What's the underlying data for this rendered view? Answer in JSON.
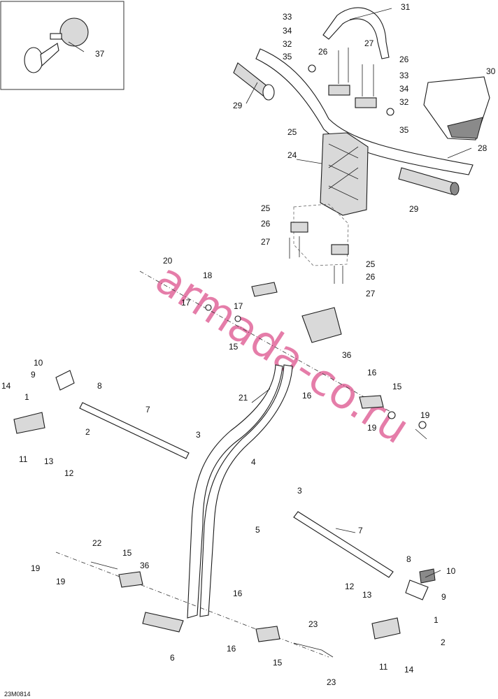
{
  "diagram": {
    "reference_code": "23M0814",
    "watermark": "armada-co.ru",
    "callouts": [
      {
        "id": "c37",
        "text": "37"
      },
      {
        "id": "c33a",
        "text": "33"
      },
      {
        "id": "c34a",
        "text": "34"
      },
      {
        "id": "c32a",
        "text": "32"
      },
      {
        "id": "c35a",
        "text": "35"
      },
      {
        "id": "c31",
        "text": "31"
      },
      {
        "id": "c26a",
        "text": "26"
      },
      {
        "id": "c27a",
        "text": "27"
      },
      {
        "id": "c26b",
        "text": "26"
      },
      {
        "id": "c33b",
        "text": "33"
      },
      {
        "id": "c34b",
        "text": "34"
      },
      {
        "id": "c32b",
        "text": "32"
      },
      {
        "id": "c35b",
        "text": "35"
      },
      {
        "id": "c30",
        "text": "30"
      },
      {
        "id": "c29a",
        "text": "29"
      },
      {
        "id": "c25a",
        "text": "25"
      },
      {
        "id": "c28",
        "text": "28"
      },
      {
        "id": "c24",
        "text": "24"
      },
      {
        "id": "c29b",
        "text": "29"
      },
      {
        "id": "c25b",
        "text": "25"
      },
      {
        "id": "c26c",
        "text": "26"
      },
      {
        "id": "c27b",
        "text": "27"
      },
      {
        "id": "c25c",
        "text": "25"
      },
      {
        "id": "c26d",
        "text": "26"
      },
      {
        "id": "c27c",
        "text": "27"
      },
      {
        "id": "c20",
        "text": "20"
      },
      {
        "id": "c18",
        "text": "18"
      },
      {
        "id": "c17a",
        "text": "17"
      },
      {
        "id": "c17b",
        "text": "17"
      },
      {
        "id": "c15a",
        "text": "15"
      },
      {
        "id": "c36a",
        "text": "36"
      },
      {
        "id": "c10a",
        "text": "10"
      },
      {
        "id": "c9a",
        "text": "9"
      },
      {
        "id": "c8a",
        "text": "8"
      },
      {
        "id": "c14a",
        "text": "14"
      },
      {
        "id": "c1a",
        "text": "1"
      },
      {
        "id": "c16a",
        "text": "16"
      },
      {
        "id": "c15b",
        "text": "15"
      },
      {
        "id": "c16b",
        "text": "16"
      },
      {
        "id": "c21",
        "text": "21"
      },
      {
        "id": "c7a",
        "text": "7"
      },
      {
        "id": "c2a",
        "text": "2"
      },
      {
        "id": "c19a",
        "text": "19"
      },
      {
        "id": "c19b",
        "text": "19"
      },
      {
        "id": "c11a",
        "text": "11"
      },
      {
        "id": "c13a",
        "text": "13"
      },
      {
        "id": "c12a",
        "text": "12"
      },
      {
        "id": "c3a",
        "text": "3"
      },
      {
        "id": "c4",
        "text": "4"
      },
      {
        "id": "c3b",
        "text": "3"
      },
      {
        "id": "c5",
        "text": "5"
      },
      {
        "id": "c7b",
        "text": "7"
      },
      {
        "id": "c22",
        "text": "22"
      },
      {
        "id": "c15c",
        "text": "15"
      },
      {
        "id": "c19c",
        "text": "19"
      },
      {
        "id": "c19d",
        "text": "19"
      },
      {
        "id": "c36b",
        "text": "36"
      },
      {
        "id": "c8b",
        "text": "8"
      },
      {
        "id": "c10b",
        "text": "10"
      },
      {
        "id": "c9b",
        "text": "9"
      },
      {
        "id": "c12b",
        "text": "12"
      },
      {
        "id": "c13b",
        "text": "13"
      },
      {
        "id": "c16c",
        "text": "16"
      },
      {
        "id": "c1b",
        "text": "1"
      },
      {
        "id": "c16d",
        "text": "16"
      },
      {
        "id": "c23a",
        "text": "23"
      },
      {
        "id": "c2b",
        "text": "2"
      },
      {
        "id": "c6",
        "text": "6"
      },
      {
        "id": "c15d",
        "text": "15"
      },
      {
        "id": "c11b",
        "text": "11"
      },
      {
        "id": "c14b",
        "text": "14"
      },
      {
        "id": "c23b",
        "text": "23"
      }
    ]
  }
}
